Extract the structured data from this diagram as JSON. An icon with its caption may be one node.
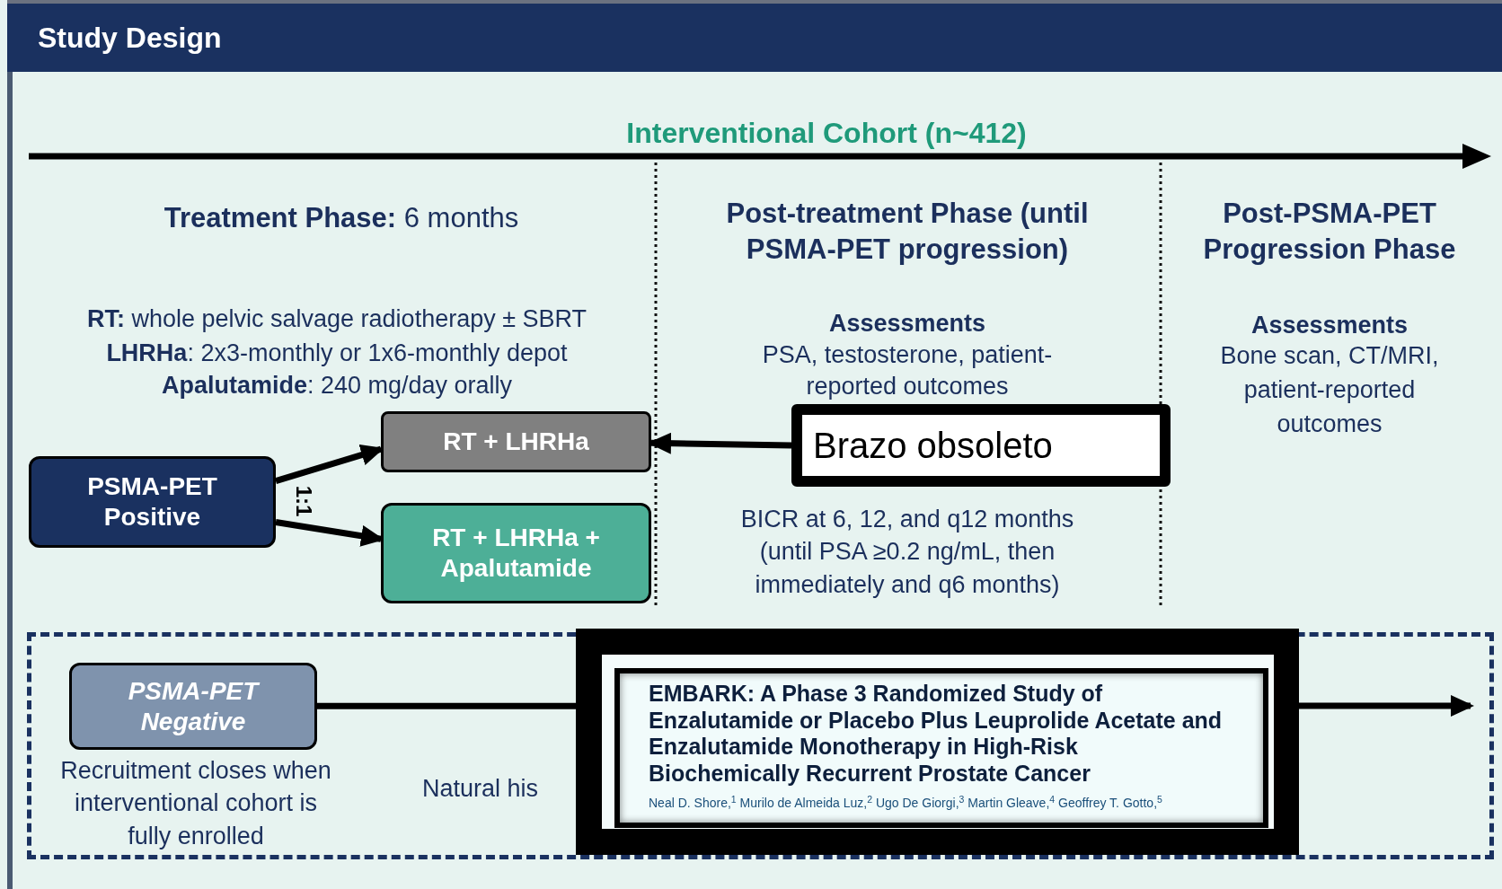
{
  "diagram": {
    "title": "Study Design",
    "nodes": [
      {
        "text": [
          "PSMA-PET Positive"
        ]
      },
      {
        "text": [
          "RT + LHRHa"
        ]
      },
      {
        "text": [
          "RT + LHRHa + Apalutamide"
        ]
      },
      {
        "text": [
          "Brazo obsoleto"
        ]
      },
      {
        "text": [],
        "shape": "box"
      },
      {
        "text": [
          "PSMA-PET Negative"
        ],
        "in": 4,
        "beside": [
          "Recruitment closes when interventional cohort is fully enrolled"
        ]
      },
      {
        "in": 4,
        "text": [
          "EMBARK: A Phase 3 Randomized Study of Enzalutamide or Placebo Plus Leuprolide Acetate and Enzalutamide Monotherapy in High-Risk Biochemically Recurrent Prostate Cancer",
          "Neal D. Shore,$^{1}$ Murilo de Almeida Luz,$^{2}$ Ugo De Giorgi,$^{3}$ Martin Gleave,$^{4}$ Geoffrey T. Gotto,$^{5}$"
        ]
      }
    ],
    "edges": [
      {
        "from": 0,
        "to": 1,
        "arrow": "to"
      },
      {
        "from": 0,
        "to": 2,
        "arrow": "to"
      },
      {
        "from": 3,
        "to": 1,
        "arrow": "to"
      },
      {
        "from": 5,
        "to": null,
        "arrow": "to"
      }
    ],
    "labels": [
      "Interventional Cohort (n~412)",
      "**Treatment Phase:** 6 months",
      "Post-treatment Phase (until PSMA-PET progression)",
      "Post-PSMA-PET Progression Phase",
      "**RT:** whole pelvic salvage radiotherapy ± SBRT",
      "**LHRHa**: 2x3-monthly or 1x6-monthly depot",
      "**Apalutamide**: 240 mg/day orally",
      "Assessments",
      "PSA, testosterone, patient-reported outcomes",
      "Assessments",
      "Bone scan, CT/MRI, patient-reported outcomes",
      "1:1",
      "BICR at 6, 12, and q12 months (until PSA ≥0.2 ng/mL, then immediately and q6 months)",
      "Natural his"
    ]
  }
}
